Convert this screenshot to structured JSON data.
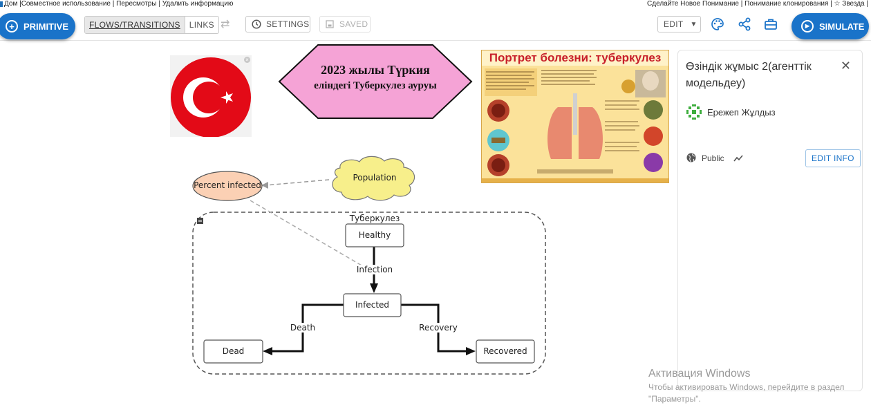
{
  "topbar": {
    "left_links": "Дом |Совместное использование | Пересмотры | Удалить информацию",
    "right_links": "Сделайте Новое Понимание | Понимание клонирования | ☆ Звезда |"
  },
  "toolbar": {
    "primitive_label": "PRIMITIVE",
    "flows_label": "FLOWS/TRANSITIONS",
    "links_label": "LINKS",
    "settings_label": "SETTINGS",
    "saved_label": "SAVED",
    "edit_label": "EDIT",
    "simulate_label": "SIMULATE"
  },
  "canvas": {
    "hexagon_line1": "2023 жылы Түркия",
    "hexagon_line2": "еліндегі Туберкулез ауруы",
    "poster_title": "Портрет болезни: туберкулез",
    "population_label": "Population",
    "percent_label": "Percent infected",
    "folder_label": "Туберкулез",
    "states": {
      "healthy": "Healthy",
      "infected": "Infected",
      "dead": "Dead",
      "recovered": "Recovered"
    },
    "transitions": {
      "infection": "Infection",
      "death": "Death",
      "recovery": "Recovery"
    }
  },
  "info_panel": {
    "title": "Өзіндік жұмыс 2(агенттік модельдеу)",
    "author": "Ережеп Жұлдыз",
    "visibility": "Public",
    "edit_info_label": "EDIT INFO"
  },
  "watermark": {
    "line1": "Активация Windows",
    "line2": "Чтобы активировать Windows, перейдите в раздел",
    "line3": "\"Параметры\"."
  },
  "colors": {
    "accent": "#1a73c9",
    "hexagon_fill": "#f5a3d6",
    "cloud_fill": "#f7ef8b",
    "percent_fill": "#fbd0b4",
    "flag_red": "#e30a17"
  }
}
